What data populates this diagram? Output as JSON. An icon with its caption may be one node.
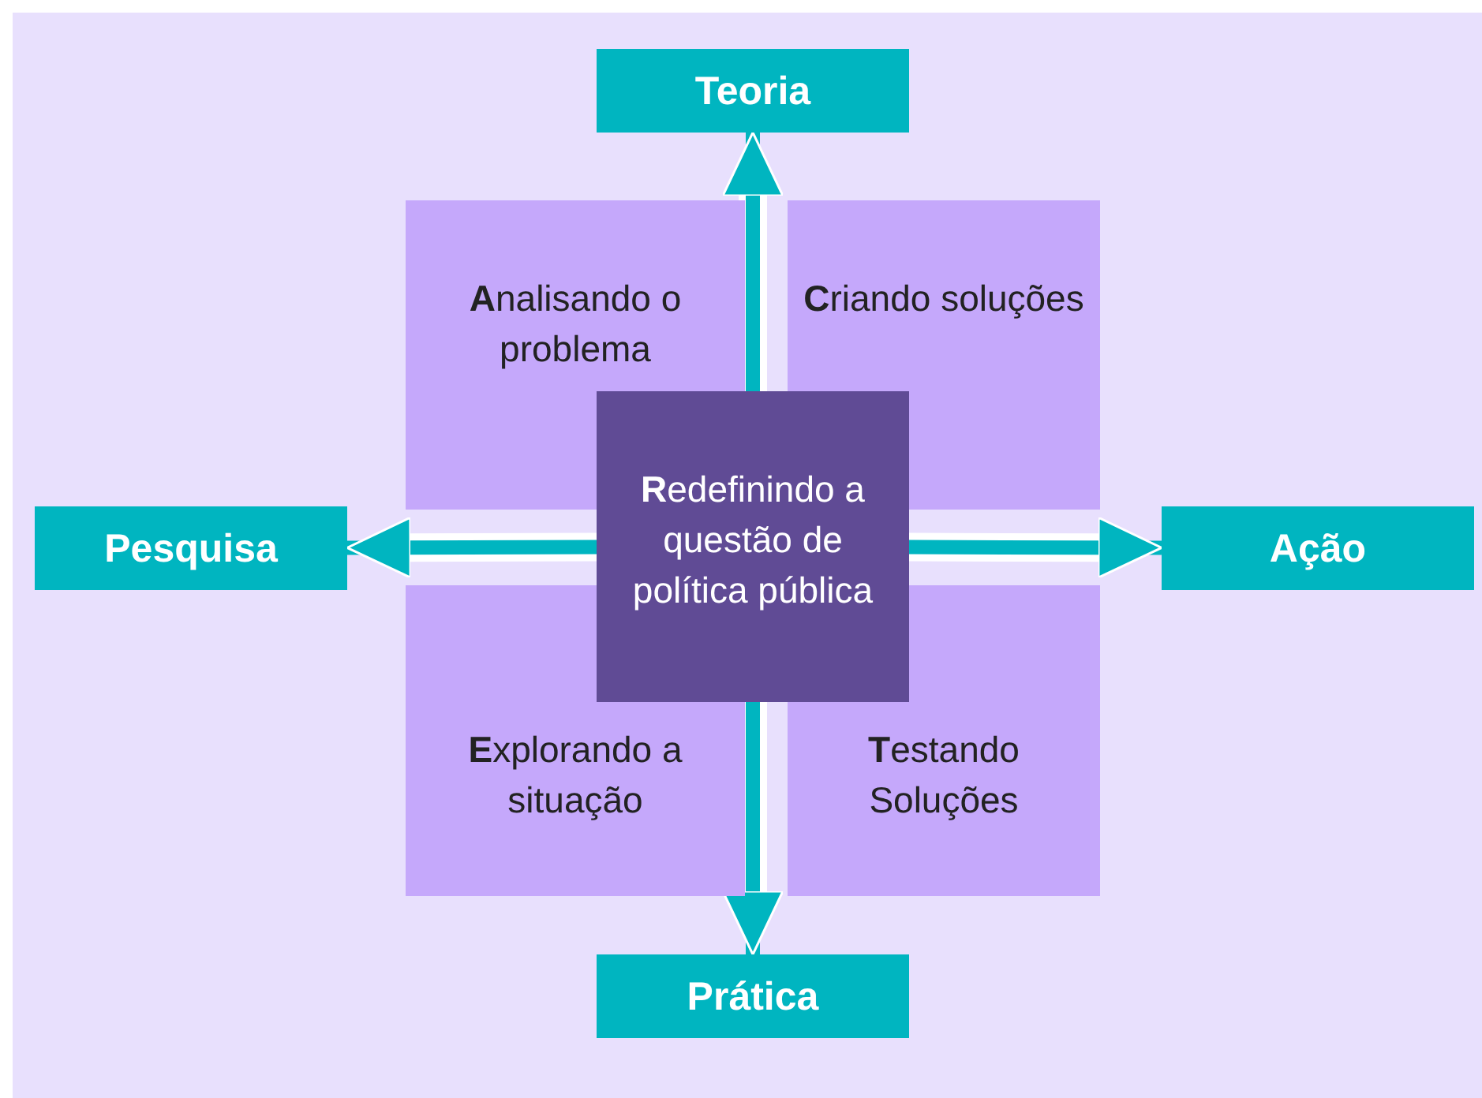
{
  "diagram": {
    "nodes": [
      {
        "text": [
          "Teoria"
        ]
      },
      {
        "text": [
          "**A**nalisando o problema"
        ]
      },
      {
        "text": [
          "**C**riando soluções"
        ]
      },
      {
        "text": [
          "Pesquisa"
        ]
      },
      {
        "text": [
          "**R**edefinindo a questão de política pública"
        ]
      },
      {
        "text": [
          "Ação"
        ]
      },
      {
        "text": [
          "**E**xplorando a situação"
        ]
      },
      {
        "text": [
          "**T**estando Soluções"
        ]
      },
      {
        "text": [
          "Prática"
        ]
      }
    ],
    "edges": [
      {
        "from": 4,
        "to": 0,
        "arrow": "to"
      },
      {
        "from": 4,
        "to": 3,
        "arrow": "to"
      },
      {
        "from": 4,
        "to": 5,
        "arrow": "to"
      },
      {
        "from": 4,
        "to": 8,
        "arrow": "to"
      }
    ]
  }
}
